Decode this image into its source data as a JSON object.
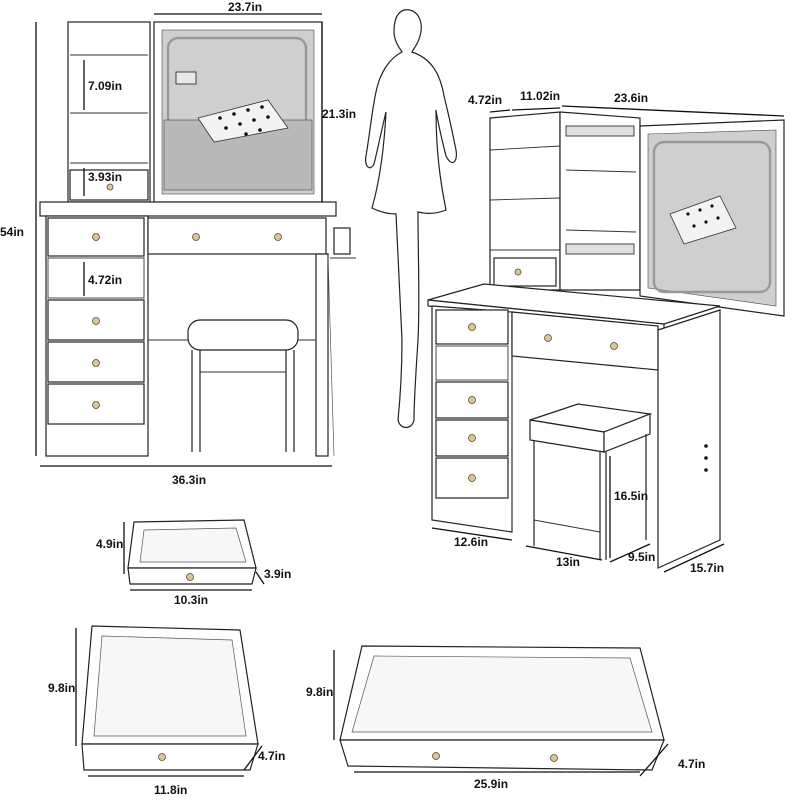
{
  "dimensions": {
    "front_mirror_width": "23.7in",
    "front_shelf_height": "7.09in",
    "front_mirror_height": "21.3in",
    "front_small_drawer": "3.93in",
    "front_total_height": "54in",
    "front_open_shelf": "4.72in",
    "front_total_width": "36.3in",
    "side_shelf_depth": "4.72in",
    "side_cabinet_width": "11.02in",
    "side_mirror_width": "23.6in",
    "side_stool_height": "16.5in",
    "side_cabinet_base_width": "12.6in",
    "side_stool_width": "13in",
    "side_stool_depth": "9.5in",
    "side_table_depth": "15.7in",
    "small_drawer_height": "4.9in",
    "small_drawer_depth": "3.9in",
    "small_drawer_width": "10.3in",
    "medium_drawer_height": "9.8in",
    "medium_drawer_depth": "4.7in",
    "medium_drawer_width": "11.8in",
    "large_drawer_height": "9.8in",
    "large_drawer_depth": "4.7in",
    "large_drawer_width": "25.9in"
  },
  "colors": {
    "line": "#222222",
    "knob": "#d8c69a",
    "background": "#ffffff"
  },
  "icons": {
    "human_scale": "woman-silhouette-icon",
    "drawer_knob": "knob-icon"
  }
}
